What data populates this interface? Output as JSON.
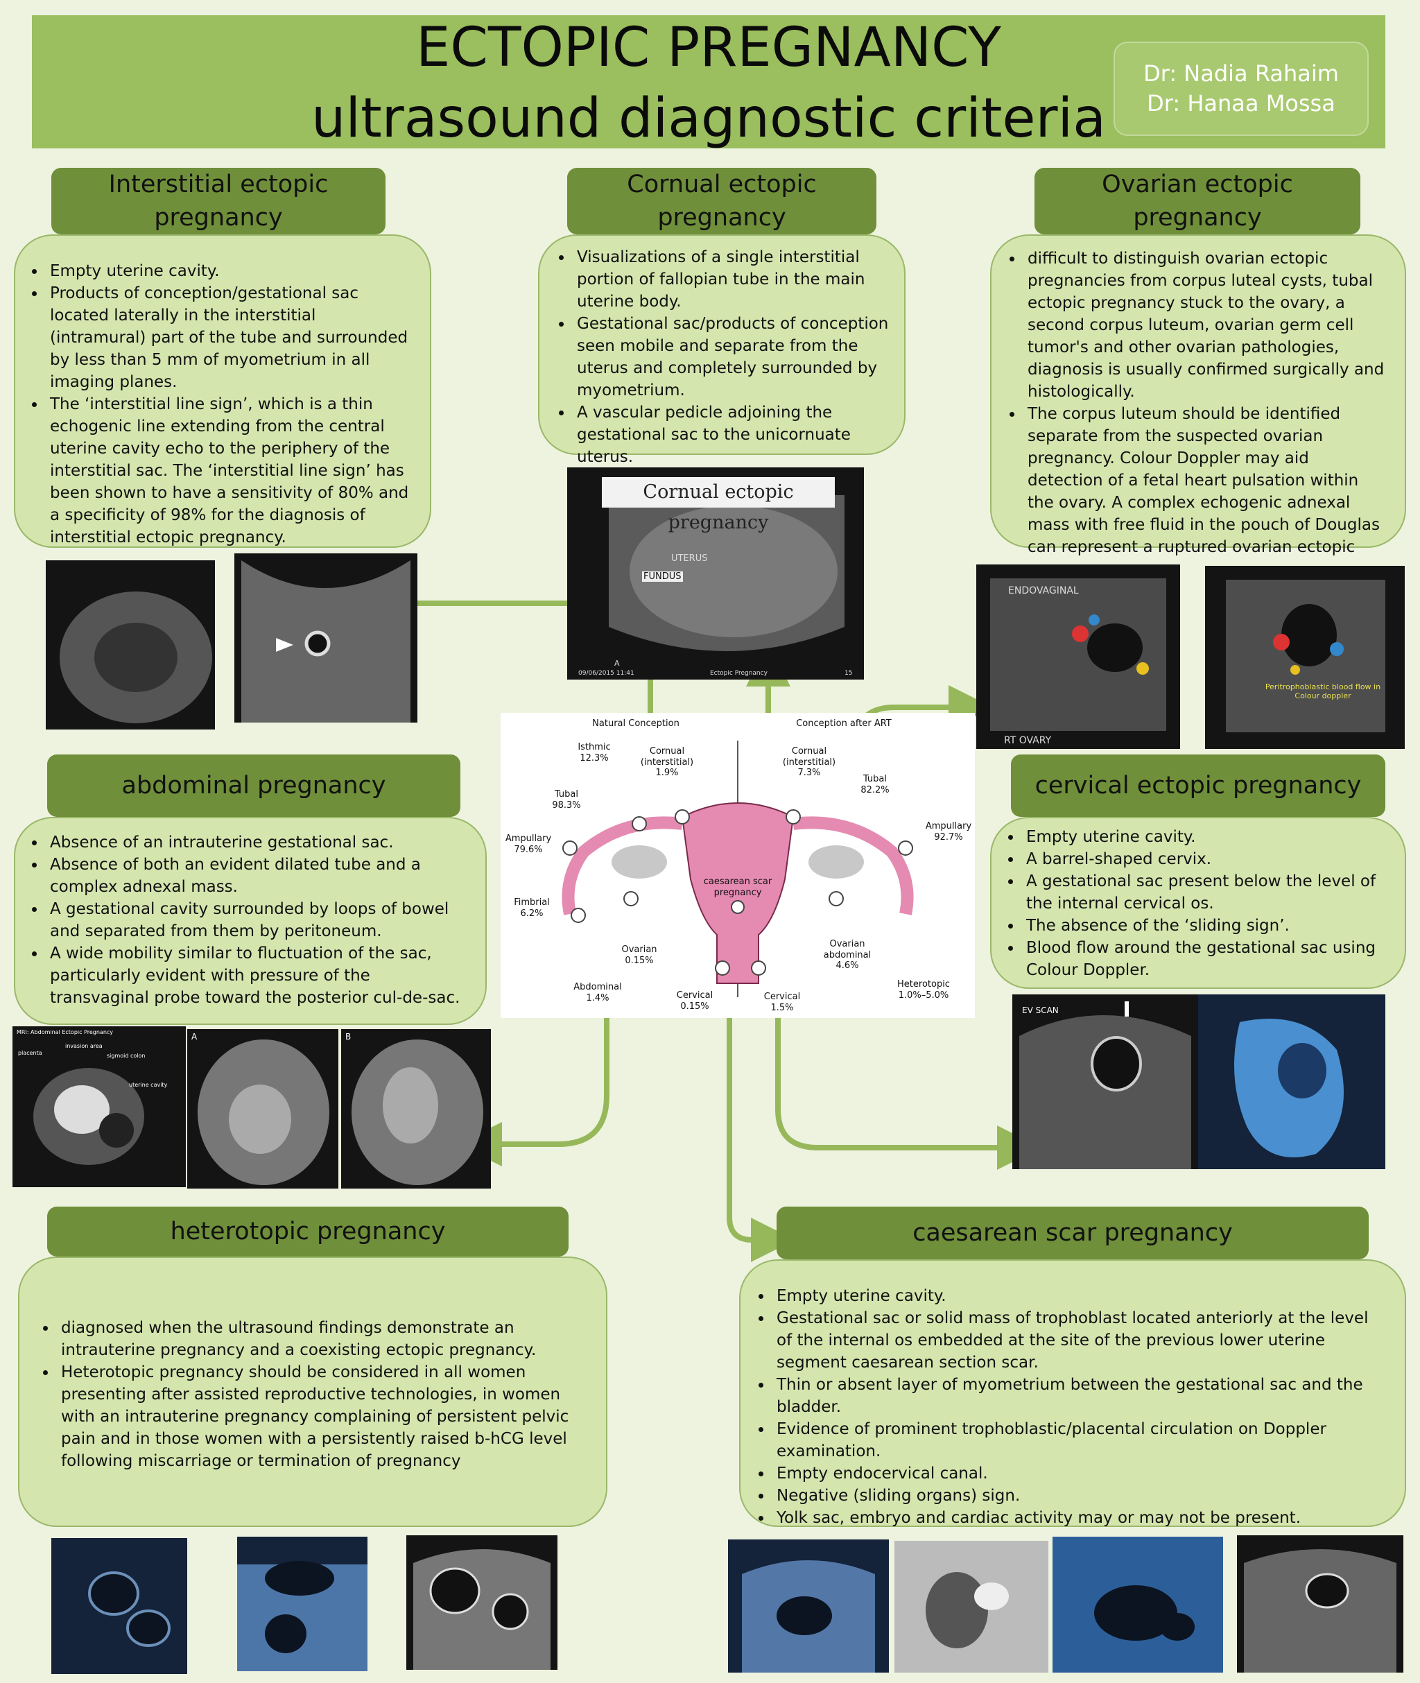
{
  "header": {
    "title_line1": "ECTOPIC PREGNANCY",
    "title_line2": "ultrasound diagnostic criteria",
    "author1": "Dr: Nadia Rahaim",
    "author2": "Dr: Hanaa Mossa"
  },
  "sections": {
    "interstitial": {
      "title": "Interstitial ectopic pregnancy",
      "bullets": [
        "Empty uterine cavity.",
        "Products of conception/gestational sac located laterally in the interstitial (intramural) part of the tube and surrounded by less than 5 mm of myometrium in all imaging planes.",
        "The ‘interstitial line sign’, which is a thin echogenic line extending from the central uterine cavity echo to the periphery of the interstitial sac. The ‘interstitial line sign’ has been shown to have a sensitivity of 80% and a specificity of 98% for the diagnosis of interstitial ectopic pregnancy."
      ]
    },
    "cornual": {
      "title": "Cornual ectopic pregnancy",
      "bullets": [
        "Visualizations of a single interstitial portion of fallopian tube in the main uterine body.",
        "Gestational sac/products of conception seen mobile and separate from the uterus and completely surrounded by myometrium.",
        "A vascular pedicle adjoining the gestational sac to the unicornuate uterus."
      ]
    },
    "ovarian": {
      "title": "Ovarian ectopic pregnancy",
      "bullets": [
        "difficult to distinguish ovarian ectopic pregnancies from corpus luteal cysts, tubal ectopic pregnancy stuck to the ovary, a second corpus luteum, ovarian germ cell tumor's and other ovarian pathologies, diagnosis is usually confirmed surgically and histologically.",
        "The corpus luteum should be identified separate from the suspected ovarian pregnancy. Colour Doppler may aid detection of a fetal heart pulsation within the ovary. A complex echogenic adnexal mass with free fluid in the pouch of Douglas can represent a ruptured ovarian ectopic pregnancy."
      ]
    },
    "abdominal": {
      "title": "abdominal pregnancy",
      "bullets": [
        "Absence of an intrauterine gestational sac.",
        "Absence of both an evident dilated tube and a complex adnexal mass.",
        "A gestational cavity surrounded by loops of bowel and separated from them by peritoneum.",
        "A wide mobility similar to fluctuation of the sac, particularly evident with pressure of the transvaginal probe toward the posterior cul-de-sac."
      ]
    },
    "cervical": {
      "title": "cervical ectopic pregnancy",
      "bullets": [
        "Empty uterine cavity.",
        "A barrel-shaped cervix.",
        "A gestational sac present below the level of the internal cervical os.",
        "The absence of the ‘sliding sign’.",
        "Blood flow around the gestational sac using Colour Doppler."
      ]
    },
    "heterotopic": {
      "title": "heterotopic pregnancy",
      "bullets": [
        "diagnosed when the ultrasound findings demonstrate an intrauterine pregnancy and a coexisting ectopic pregnancy.",
        "Heterotopic pregnancy should be considered in all women presenting after assisted reproductive technologies, in women with an intrauterine pregnancy complaining of persistent pelvic pain and in those women with a persistently raised b-hCG level following miscarriage or termination of pregnancy"
      ]
    },
    "caesarean": {
      "title": "caesarean scar pregnancy",
      "bullets": [
        "Empty uterine cavity.",
        "Gestational sac or solid mass of trophoblast located anteriorly at the level of the internal os embedded at the site of the previous lower uterine segment caesarean section scar.",
        "Thin or absent layer of myometrium between the gestational sac and the bladder.",
        "Evidence of prominent trophoblastic/placental circulation on Doppler examination.",
        "Empty endocervical canal.",
        "Negative (sliding organs) sign.",
        "Yolk sac, embryo and cardiac activity may or may not be present."
      ]
    }
  },
  "image_labels": {
    "cornual_image_title": "Cornual ectopic pregnancy",
    "cornual_uterus": "UTERUS",
    "cornual_fundus": "FUNDUS",
    "cornual_footer_left": "09/06/2015 11:41",
    "cornual_footer_mid": "Ectopic Pregnancy",
    "cornual_footer_right": "15",
    "cornual_corner": "A",
    "ovary_endovaginal": "ENDOVAGINAL",
    "ovary_rt": "RT OVARY",
    "ovary_doppler": "Peritrophoblastic blood flow in Colour doppler",
    "cervical_ev": "EV SCAN",
    "mri_title": "MRI: Abdominal Ectopic Pregnancy",
    "mri_placenta": "placenta",
    "mri_invasion": "invasion area",
    "mri_sigmoid": "sigmoid colon",
    "mri_uterine": "uterine cavity",
    "ct_a": "A",
    "ct_b": "B"
  },
  "diagram": {
    "natural": "Natural Conception",
    "art": "Conception after ART",
    "isthmic": "Isthmic\n12.3%",
    "cornual_left": "Cornual\n(interstitial)\n1.9%",
    "tubal_left": "Tubal\n98.3%",
    "ampullary_left": "Ampullary\n79.6%",
    "fimbrial": "Fimbrial\n6.2%",
    "ovarian": "Ovarian\n0.15%",
    "abdominal": "Abdominal\n1.4%",
    "cervical_left": "Cervical\n0.15%",
    "scar": "caesarean scar\npregnancy",
    "cornual_right": "Cornual\n(interstitial)\n7.3%",
    "tubal_right": "Tubal\n82.2%",
    "ampullary_right": "Ampullary\n92.7%",
    "ovarian_abdominal": "Ovarian\nabdominal\n4.6%",
    "cervical_right": "Cervical\n1.5%",
    "heterotopic": "Heterotopic\n1.0%–5.0%"
  },
  "colors": {
    "banner": "#9bbe5e",
    "header_box": "#6f8f3a",
    "content_box": "#d5e5ae",
    "arrow": "#96b85a",
    "background": "#eef3df"
  }
}
